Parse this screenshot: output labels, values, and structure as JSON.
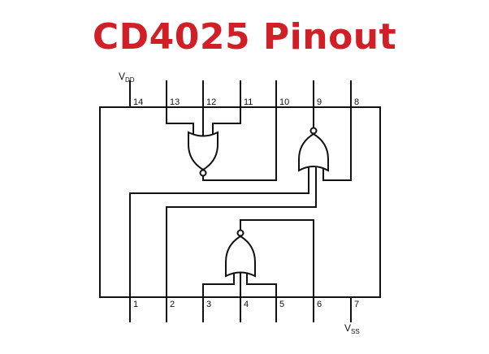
{
  "title": "CD4025 Pinout",
  "supply": {
    "vdd_main": "V",
    "vdd_sub": "DD",
    "vss_main": "V",
    "vss_sub": "SS"
  },
  "top_pins": [
    "14",
    "13",
    "12",
    "11",
    "10",
    "9",
    "8"
  ],
  "bottom_pins": [
    "1",
    "2",
    "3",
    "4",
    "5",
    "6",
    "7"
  ],
  "colors": {
    "title": "#d01f26",
    "lines": "#111111"
  }
}
